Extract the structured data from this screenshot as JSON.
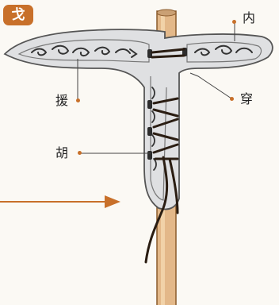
{
  "title_badge": "戈",
  "labels": {
    "nei": "内",
    "yuan": "援",
    "chuan": "穿",
    "hu": "胡"
  },
  "colors": {
    "accent": "#c8702a",
    "blade": "#dfe0e2",
    "pole": "#e3b889",
    "rope": "#2a1d12"
  },
  "icons": [
    "arrow-right-icon"
  ]
}
